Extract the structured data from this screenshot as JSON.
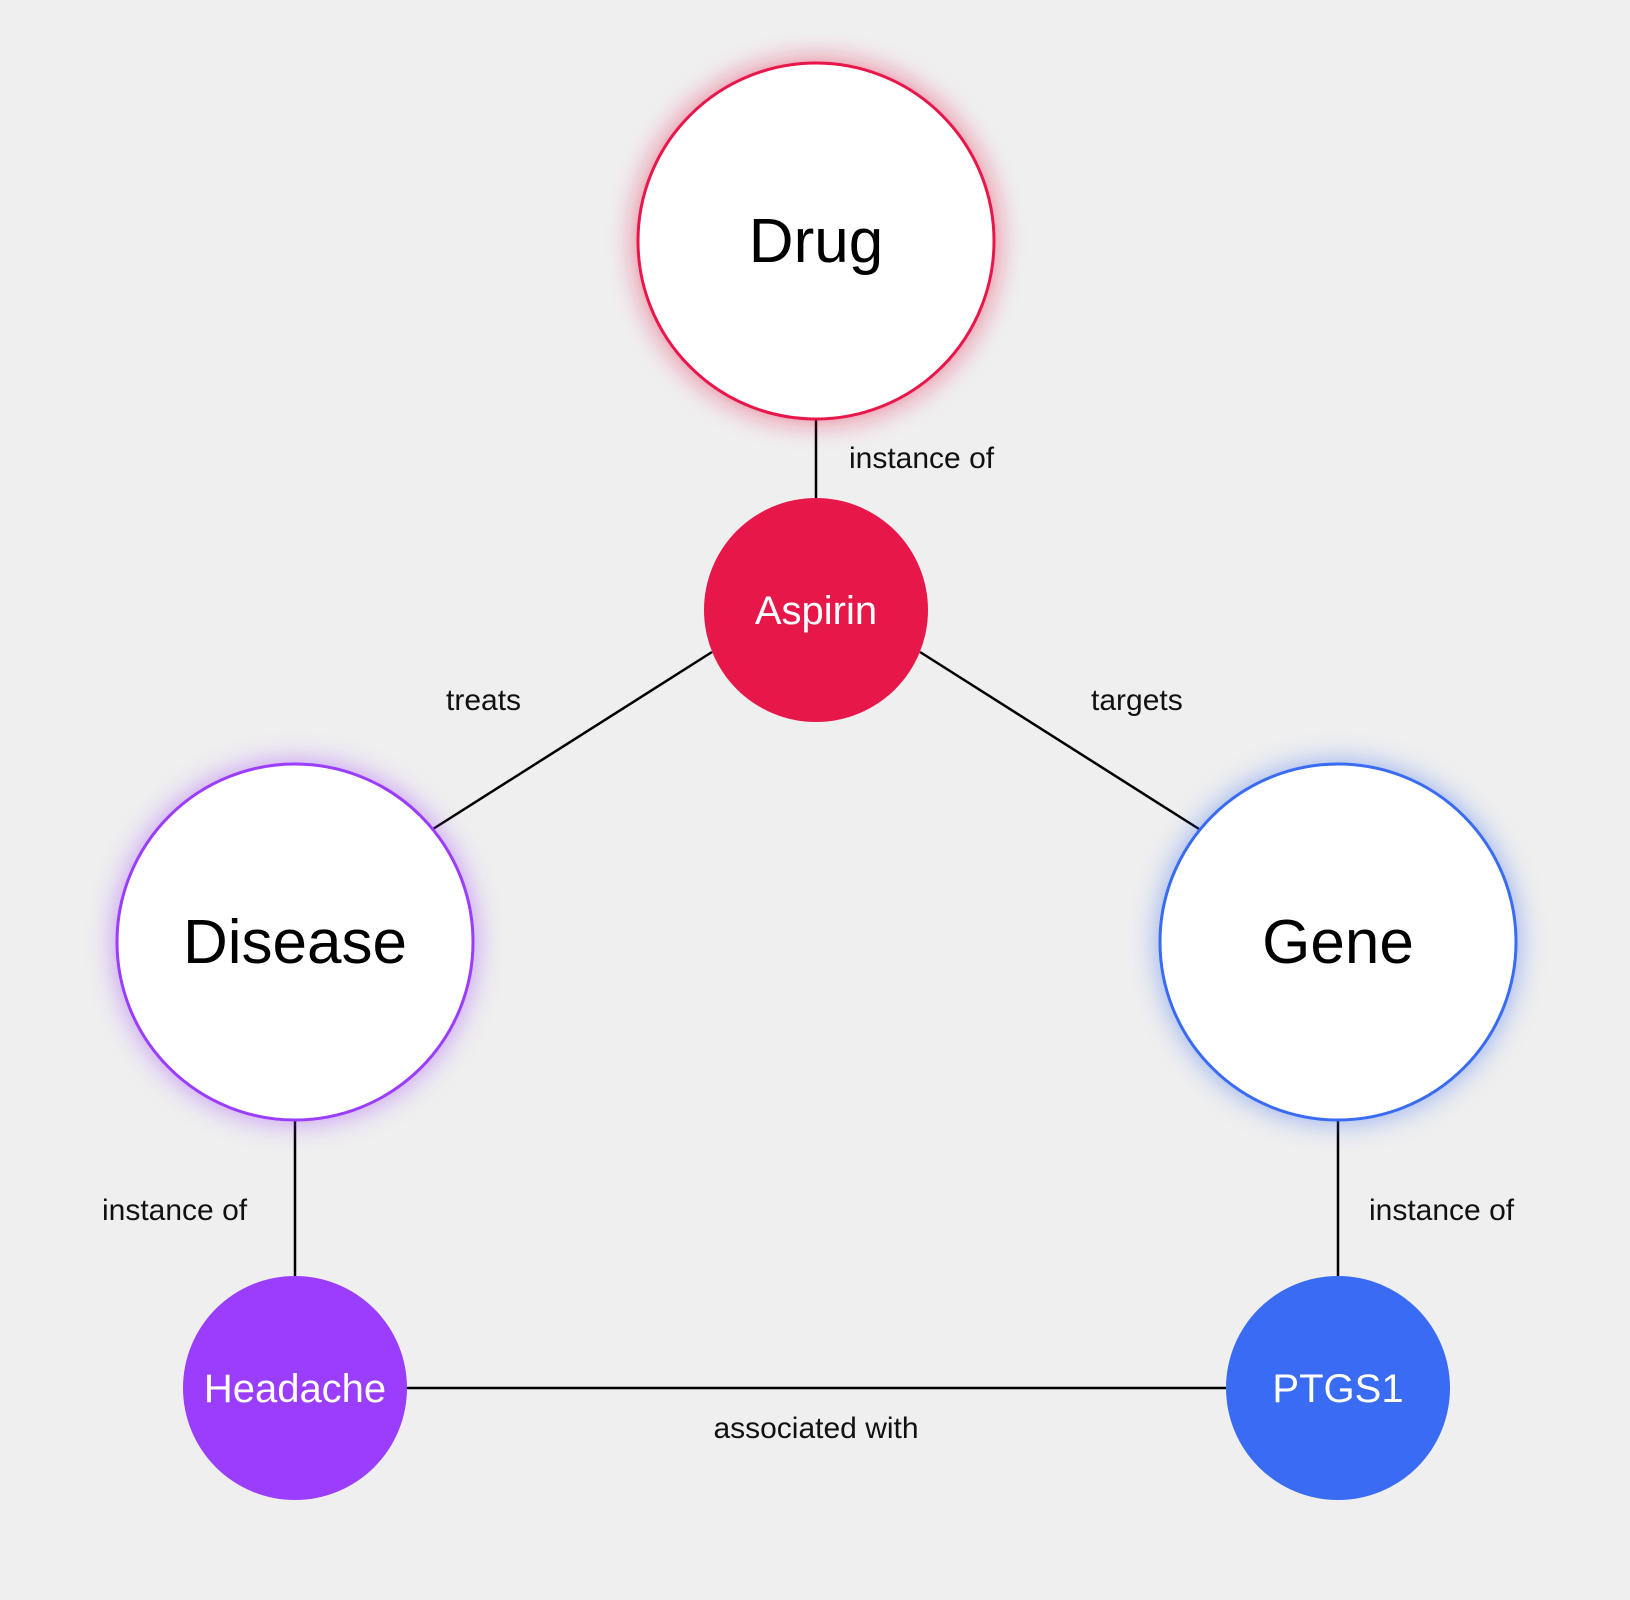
{
  "colors": {
    "background": "#efefef",
    "drug": "#e8174a",
    "disease": "#9b3dfc",
    "gene": "#396cf2",
    "edge": "#000000"
  },
  "nodes": {
    "drug": {
      "label": "Drug",
      "kind": "class",
      "color": "#e8174a"
    },
    "disease": {
      "label": "Disease",
      "kind": "class",
      "color": "#9b3dfc"
    },
    "gene": {
      "label": "Gene",
      "kind": "class",
      "color": "#396cf2"
    },
    "aspirin": {
      "label": "Aspirin",
      "kind": "instance",
      "color": "#e8174a"
    },
    "headache": {
      "label": "Headache",
      "kind": "instance",
      "color": "#9b3dfc"
    },
    "ptgs1": {
      "label": "PTGS1",
      "kind": "instance",
      "color": "#396cf2"
    }
  },
  "edges": {
    "aspirin_drug": {
      "from": "aspirin",
      "to": "drug",
      "label": "instance of"
    },
    "aspirin_disease": {
      "from": "aspirin",
      "to": "disease",
      "label": "treats"
    },
    "aspirin_gene": {
      "from": "aspirin",
      "to": "gene",
      "label": "targets"
    },
    "headache_disease": {
      "from": "headache",
      "to": "disease",
      "label": "instance of"
    },
    "ptgs1_gene": {
      "from": "ptgs1",
      "to": "gene",
      "label": "instance of"
    },
    "headache_ptgs1": {
      "from": "headache",
      "to": "ptgs1",
      "label": "associated with"
    }
  }
}
